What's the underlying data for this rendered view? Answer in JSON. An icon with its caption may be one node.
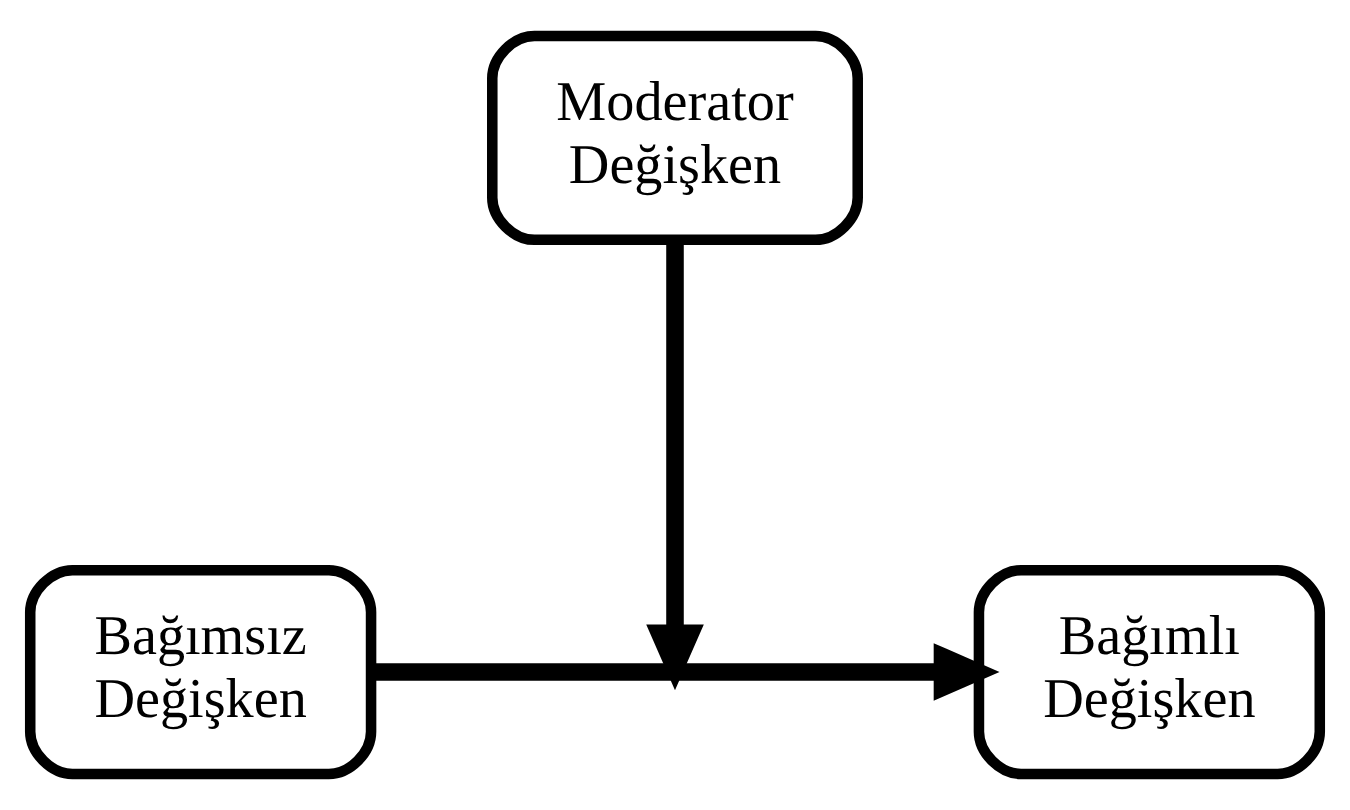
{
  "diagram": {
    "nodes": [
      {
        "text": [
          "Moderator Değişken"
        ]
      },
      {
        "text": [
          "Bağımsız Değişken"
        ]
      },
      {
        "text": [
          "Bağımlı Değişken"
        ]
      }
    ],
    "edges": [
      {
        "from": 1,
        "to": 2,
        "arrow": "to"
      },
      {
        "from": 0,
        "to": null,
        "arrow": "to"
      }
    ]
  }
}
